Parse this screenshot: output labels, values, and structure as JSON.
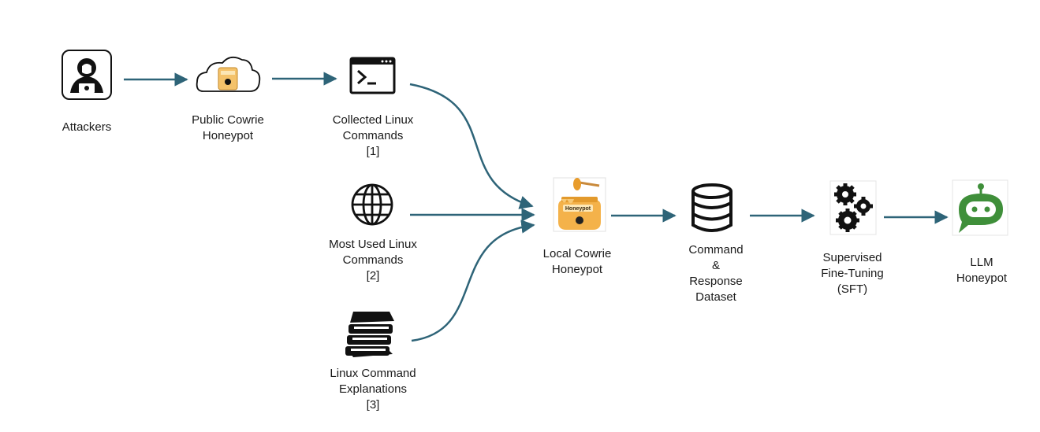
{
  "nodes": {
    "attackers": {
      "lines": [
        "Attackers"
      ],
      "icon": "hacker-icon"
    },
    "public_cowrie": {
      "lines": [
        "Public Cowrie",
        "Honeypot"
      ],
      "icon": "cloud-honeypot-icon"
    },
    "collected_linux": {
      "lines": [
        "Collected Linux",
        "Commands",
        "[1]"
      ],
      "icon": "terminal-icon"
    },
    "most_used": {
      "lines": [
        "Most Used Linux",
        "Commands",
        "[2]"
      ],
      "icon": "globe-icon"
    },
    "explanations": {
      "lines": [
        "Linux Command",
        "Explanations",
        "[3]"
      ],
      "icon": "books-icon"
    },
    "local_cowrie": {
      "lines": [
        "Local Cowrie",
        "Honeypot"
      ],
      "icon": "honey-jar-icon",
      "icon_text": "Honeypot"
    },
    "dataset": {
      "lines": [
        "Command",
        "&",
        "Response",
        "Dataset"
      ],
      "icon": "database-icon"
    },
    "sft": {
      "lines": [
        "Supervised",
        "Fine-Tuning",
        "(SFT)"
      ],
      "icon": "gears-icon"
    },
    "llm": {
      "lines": [
        "LLM",
        "Honeypot"
      ],
      "icon": "robot-chat-icon"
    }
  },
  "colors": {
    "arrow": "#2e6478",
    "icon": "#111111",
    "honey": "#f4b24a",
    "robot": "#3f8f3a"
  }
}
